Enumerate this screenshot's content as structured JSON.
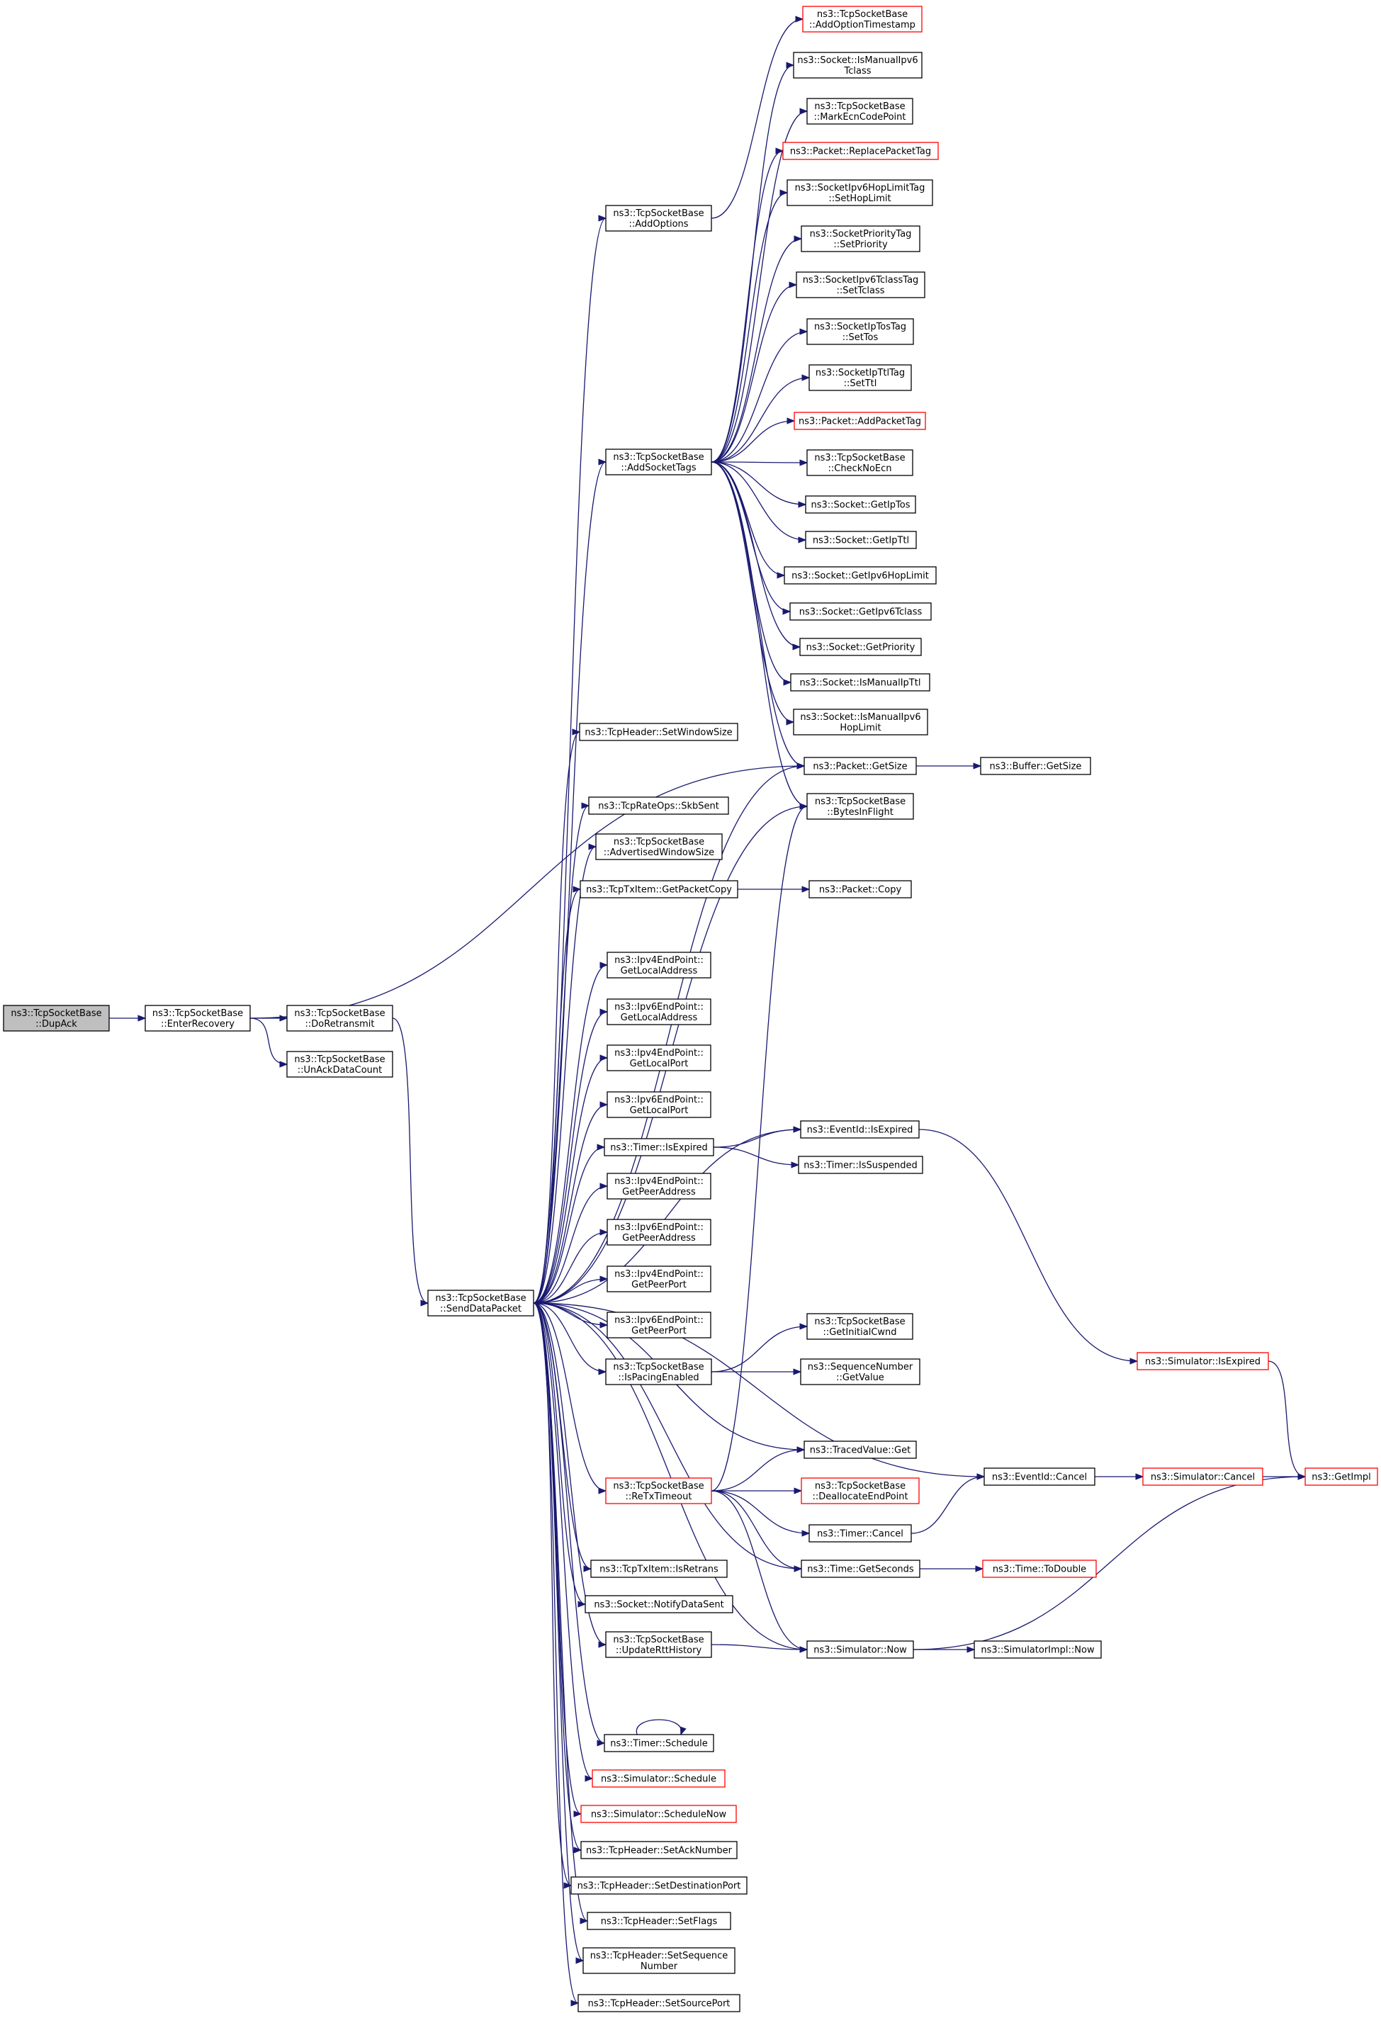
{
  "graph": {
    "colors": {
      "edge": "#191970",
      "box_border": "#000000",
      "red_border": "#ff0000",
      "root_fill": "#bfbfbf",
      "fill": "#ffffff"
    },
    "nodes": [
      {
        "id": "dupack",
        "lines": [
          "ns3::TcpSocketBase",
          "::DupAck"
        ],
        "style": "root"
      },
      {
        "id": "enterrecovery",
        "lines": [
          "ns3::TcpSocketBase",
          "::EnterRecovery"
        ]
      },
      {
        "id": "doretransmit",
        "lines": [
          "ns3::TcpSocketBase",
          "::DoRetransmit"
        ]
      },
      {
        "id": "unackdatacount",
        "lines": [
          "ns3::TcpSocketBase",
          "::UnAckDataCount"
        ]
      },
      {
        "id": "senddatapacket",
        "lines": [
          "ns3::TcpSocketBase",
          "::SendDataPacket"
        ]
      },
      {
        "id": "addoptions",
        "lines": [
          "ns3::TcpSocketBase",
          "::AddOptions"
        ]
      },
      {
        "id": "addsockettags",
        "lines": [
          "ns3::TcpSocketBase",
          "::AddSocketTags"
        ]
      },
      {
        "id": "addoptiontimestamp",
        "lines": [
          "ns3::TcpSocketBase",
          "::AddOptionTimestamp"
        ],
        "style": "red"
      },
      {
        "id": "ismanualipv6tclass",
        "lines": [
          "ns3::Socket::IsManualIpv6",
          "Tclass"
        ]
      },
      {
        "id": "markecncodepoint",
        "lines": [
          "ns3::TcpSocketBase",
          "::MarkEcnCodePoint"
        ]
      },
      {
        "id": "replacepackettag",
        "lines": [
          "ns3::Packet::ReplacePacketTag"
        ],
        "style": "red"
      },
      {
        "id": "sethoplimit",
        "lines": [
          "ns3::SocketIpv6HopLimitTag",
          "::SetHopLimit"
        ]
      },
      {
        "id": "setpriority",
        "lines": [
          "ns3::SocketPriorityTag",
          "::SetPriority"
        ]
      },
      {
        "id": "settclass",
        "lines": [
          "ns3::SocketIpv6TclassTag",
          "::SetTclass"
        ]
      },
      {
        "id": "settos",
        "lines": [
          "ns3::SocketIpTosTag",
          "::SetTos"
        ]
      },
      {
        "id": "setttl",
        "lines": [
          "ns3::SocketIpTtlTag",
          "::SetTtl"
        ]
      },
      {
        "id": "addpackettag",
        "lines": [
          "ns3::Packet::AddPacketTag"
        ],
        "style": "red"
      },
      {
        "id": "checknoecn",
        "lines": [
          "ns3::TcpSocketBase",
          "::CheckNoEcn"
        ]
      },
      {
        "id": "getiptos",
        "lines": [
          "ns3::Socket::GetIpTos"
        ]
      },
      {
        "id": "getipttl",
        "lines": [
          "ns3::Socket::GetIpTtl"
        ]
      },
      {
        "id": "getipv6hoplimit",
        "lines": [
          "ns3::Socket::GetIpv6HopLimit"
        ]
      },
      {
        "id": "getipv6tclass",
        "lines": [
          "ns3::Socket::GetIpv6Tclass"
        ]
      },
      {
        "id": "getpriority",
        "lines": [
          "ns3::Socket::GetPriority"
        ]
      },
      {
        "id": "ismanualipttl",
        "lines": [
          "ns3::Socket::IsManualIpTtl"
        ]
      },
      {
        "id": "ismanualipv6hoplimit",
        "lines": [
          "ns3::Socket::IsManualIpv6",
          "HopLimit"
        ]
      },
      {
        "id": "packetgetsize",
        "lines": [
          "ns3::Packet::GetSize"
        ]
      },
      {
        "id": "buffergetsize",
        "lines": [
          "ns3::Buffer::GetSize"
        ]
      },
      {
        "id": "bytesinflight",
        "lines": [
          "ns3::TcpSocketBase",
          "::BytesInFlight"
        ]
      },
      {
        "id": "setwindowsize",
        "lines": [
          "ns3::TcpHeader::SetWindowSize"
        ]
      },
      {
        "id": "skbsent",
        "lines": [
          "ns3::TcpRateOps::SkbSent"
        ]
      },
      {
        "id": "advertisedwindowsize",
        "lines": [
          "ns3::TcpSocketBase",
          "::AdvertisedWindowSize"
        ]
      },
      {
        "id": "getpacketcopy",
        "lines": [
          "ns3::TcpTxItem::GetPacketCopy"
        ]
      },
      {
        "id": "packetcopy",
        "lines": [
          "ns3::Packet::Copy"
        ]
      },
      {
        "id": "ipv4getlocaladdress",
        "lines": [
          "ns3::Ipv4EndPoint::",
          "GetLocalAddress"
        ]
      },
      {
        "id": "ipv6getlocaladdress",
        "lines": [
          "ns3::Ipv6EndPoint::",
          "GetLocalAddress"
        ]
      },
      {
        "id": "ipv4getlocalport",
        "lines": [
          "ns3::Ipv4EndPoint::",
          "GetLocalPort"
        ]
      },
      {
        "id": "ipv6getlocalport",
        "lines": [
          "ns3::Ipv6EndPoint::",
          "GetLocalPort"
        ]
      },
      {
        "id": "timerisexpired",
        "lines": [
          "ns3::Timer::IsExpired"
        ]
      },
      {
        "id": "eventidisexpired",
        "lines": [
          "ns3::EventId::IsExpired"
        ]
      },
      {
        "id": "timerissuspended",
        "lines": [
          "ns3::Timer::IsSuspended"
        ]
      },
      {
        "id": "ipv4getpeeraddress",
        "lines": [
          "ns3::Ipv4EndPoint::",
          "GetPeerAddress"
        ]
      },
      {
        "id": "ipv6getpeeraddress",
        "lines": [
          "ns3::Ipv6EndPoint::",
          "GetPeerAddress"
        ]
      },
      {
        "id": "ipv4getpeerport",
        "lines": [
          "ns3::Ipv4EndPoint::",
          "GetPeerPort"
        ]
      },
      {
        "id": "ipv6getpeerport",
        "lines": [
          "ns3::Ipv6EndPoint::",
          "GetPeerPort"
        ]
      },
      {
        "id": "ispacingenabled",
        "lines": [
          "ns3::TcpSocketBase",
          "::IsPacingEnabled"
        ]
      },
      {
        "id": "getinitialcwnd",
        "lines": [
          "ns3::TcpSocketBase",
          "::GetInitialCwnd"
        ]
      },
      {
        "id": "seqgetvalue",
        "lines": [
          "ns3::SequenceNumber",
          "::GetValue"
        ]
      },
      {
        "id": "simisexpired",
        "lines": [
          "ns3::Simulator::IsExpired"
        ],
        "style": "red"
      },
      {
        "id": "tracedvalueget",
        "lines": [
          "ns3::TracedValue::Get"
        ]
      },
      {
        "id": "eventidcancel",
        "lines": [
          "ns3::EventId::Cancel"
        ]
      },
      {
        "id": "simcancel",
        "lines": [
          "ns3::Simulator::Cancel"
        ],
        "style": "red"
      },
      {
        "id": "getimpl",
        "lines": [
          "ns3::GetImpl"
        ],
        "style": "red"
      },
      {
        "id": "retxtimeout",
        "lines": [
          "ns3::TcpSocketBase",
          "::ReTxTimeout"
        ],
        "style": "red"
      },
      {
        "id": "deallocateendpoint",
        "lines": [
          "ns3::TcpSocketBase",
          "::DeallocateEndPoint"
        ],
        "style": "red"
      },
      {
        "id": "timercancel",
        "lines": [
          "ns3::Timer::Cancel"
        ]
      },
      {
        "id": "timegetseconds",
        "lines": [
          "ns3::Time::GetSeconds"
        ]
      },
      {
        "id": "timetodouble",
        "lines": [
          "ns3::Time::ToDouble"
        ],
        "style": "red"
      },
      {
        "id": "isretrans",
        "lines": [
          "ns3::TcpTxItem::IsRetrans"
        ]
      },
      {
        "id": "notifydatasent",
        "lines": [
          "ns3::Socket::NotifyDataSent"
        ]
      },
      {
        "id": "updaterttistory",
        "lines": [
          "ns3::TcpSocketBase",
          "::UpdateRttHistory"
        ]
      },
      {
        "id": "simnow",
        "lines": [
          "ns3::Simulator::Now"
        ]
      },
      {
        "id": "simimplnow",
        "lines": [
          "ns3::SimulatorImpl::Now"
        ]
      },
      {
        "id": "timerschedule",
        "lines": [
          "ns3::Timer::Schedule"
        ]
      },
      {
        "id": "simschedule",
        "lines": [
          "ns3::Simulator::Schedule"
        ],
        "style": "red"
      },
      {
        "id": "simschedulenow",
        "lines": [
          "ns3::Simulator::ScheduleNow"
        ],
        "style": "red"
      },
      {
        "id": "setacknumber",
        "lines": [
          "ns3::TcpHeader::SetAckNumber"
        ]
      },
      {
        "id": "setdestinationport",
        "lines": [
          "ns3::TcpHeader::SetDestinationPort"
        ]
      },
      {
        "id": "setflags",
        "lines": [
          "ns3::TcpHeader::SetFlags"
        ]
      },
      {
        "id": "setsequencenumber",
        "lines": [
          "ns3::TcpHeader::SetSequence",
          "Number"
        ]
      },
      {
        "id": "setsourceport",
        "lines": [
          "ns3::TcpHeader::SetSourcePort"
        ]
      }
    ],
    "edges": [
      [
        "dupack",
        "enterrecovery"
      ],
      [
        "enterrecovery",
        "doretransmit"
      ],
      [
        "enterrecovery",
        "unackdatacount"
      ],
      [
        "enterrecovery",
        "packetgetsize"
      ],
      [
        "doretransmit",
        "senddatapacket"
      ],
      [
        "senddatapacket",
        "addoptions"
      ],
      [
        "senddatapacket",
        "addsockettags"
      ],
      [
        "senddatapacket",
        "packetgetsize"
      ],
      [
        "senddatapacket",
        "bytesinflight"
      ],
      [
        "senddatapacket",
        "setwindowsize"
      ],
      [
        "senddatapacket",
        "skbsent"
      ],
      [
        "senddatapacket",
        "advertisedwindowsize"
      ],
      [
        "senddatapacket",
        "getpacketcopy"
      ],
      [
        "senddatapacket",
        "eventidisexpired"
      ],
      [
        "senddatapacket",
        "ipv4getlocaladdress"
      ],
      [
        "senddatapacket",
        "ipv6getlocaladdress"
      ],
      [
        "senddatapacket",
        "ipv4getlocalport"
      ],
      [
        "senddatapacket",
        "ipv6getlocalport"
      ],
      [
        "senddatapacket",
        "timerisexpired"
      ],
      [
        "senddatapacket",
        "ipv4getpeeraddress"
      ],
      [
        "senddatapacket",
        "ipv6getpeeraddress"
      ],
      [
        "senddatapacket",
        "ipv4getpeerport"
      ],
      [
        "senddatapacket",
        "ipv6getpeerport"
      ],
      [
        "senddatapacket",
        "ispacingenabled"
      ],
      [
        "senddatapacket",
        "eventidcancel"
      ],
      [
        "senddatapacket",
        "tracedvalueget"
      ],
      [
        "senddatapacket",
        "retxtimeout"
      ],
      [
        "senddatapacket",
        "timegetseconds"
      ],
      [
        "senddatapacket",
        "isretrans"
      ],
      [
        "senddatapacket",
        "notifydatasent"
      ],
      [
        "senddatapacket",
        "updaterttistory"
      ],
      [
        "senddatapacket",
        "simnow"
      ],
      [
        "senddatapacket",
        "timerschedule"
      ],
      [
        "senddatapacket",
        "simschedule"
      ],
      [
        "senddatapacket",
        "simschedulenow"
      ],
      [
        "senddatapacket",
        "setacknumber"
      ],
      [
        "senddatapacket",
        "setdestinationport"
      ],
      [
        "senddatapacket",
        "setflags"
      ],
      [
        "senddatapacket",
        "setsequencenumber"
      ],
      [
        "senddatapacket",
        "setsourceport"
      ],
      [
        "addoptions",
        "addoptiontimestamp"
      ],
      [
        "addsockettags",
        "ismanualipv6tclass"
      ],
      [
        "addsockettags",
        "markecncodepoint"
      ],
      [
        "addsockettags",
        "replacepackettag"
      ],
      [
        "addsockettags",
        "sethoplimit"
      ],
      [
        "addsockettags",
        "setpriority"
      ],
      [
        "addsockettags",
        "settclass"
      ],
      [
        "addsockettags",
        "settos"
      ],
      [
        "addsockettags",
        "setttl"
      ],
      [
        "addsockettags",
        "addpackettag"
      ],
      [
        "addsockettags",
        "checknoecn"
      ],
      [
        "addsockettags",
        "getiptos"
      ],
      [
        "addsockettags",
        "getipttl"
      ],
      [
        "addsockettags",
        "getipv6hoplimit"
      ],
      [
        "addsockettags",
        "getipv6tclass"
      ],
      [
        "addsockettags",
        "getpriority"
      ],
      [
        "addsockettags",
        "ismanualipttl"
      ],
      [
        "addsockettags",
        "ismanualipv6hoplimit"
      ],
      [
        "addsockettags",
        "packetgetsize"
      ],
      [
        "addsockettags",
        "bytesinflight"
      ],
      [
        "packetgetsize",
        "buffergetsize"
      ],
      [
        "getpacketcopy",
        "packetcopy"
      ],
      [
        "timerisexpired",
        "eventidisexpired"
      ],
      [
        "timerisexpired",
        "timerissuspended"
      ],
      [
        "eventidisexpired",
        "simisexpired"
      ],
      [
        "simisexpired",
        "getimpl"
      ],
      [
        "ispacingenabled",
        "getinitialcwnd"
      ],
      [
        "ispacingenabled",
        "seqgetvalue"
      ],
      [
        "eventidcancel",
        "simcancel"
      ],
      [
        "simcancel",
        "getimpl"
      ],
      [
        "retxtimeout",
        "bytesinflight"
      ],
      [
        "retxtimeout",
        "tracedvalueget"
      ],
      [
        "retxtimeout",
        "deallocateendpoint"
      ],
      [
        "retxtimeout",
        "timercancel"
      ],
      [
        "retxtimeout",
        "timegetseconds"
      ],
      [
        "retxtimeout",
        "simnow"
      ],
      [
        "timercancel",
        "eventidcancel"
      ],
      [
        "timegetseconds",
        "timetodouble"
      ],
      [
        "updaterttistory",
        "simnow"
      ],
      [
        "simnow",
        "simimplnow"
      ],
      [
        "simnow",
        "getimpl"
      ],
      [
        "timerschedule",
        "timerschedule"
      ]
    ]
  }
}
